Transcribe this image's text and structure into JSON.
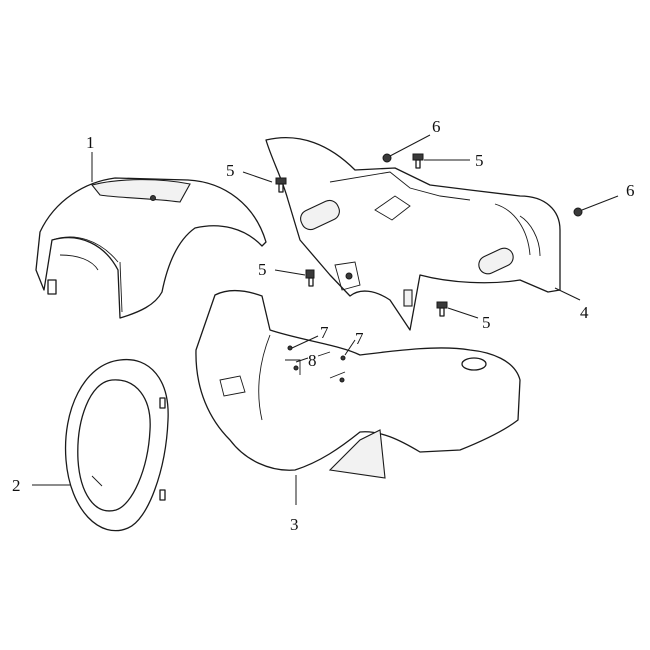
{
  "callouts": [
    {
      "number": "1"
    },
    {
      "number": "2"
    },
    {
      "number": "3"
    },
    {
      "number": "4"
    },
    {
      "number": "5"
    },
    {
      "number": "5"
    },
    {
      "number": "5"
    },
    {
      "number": "5"
    },
    {
      "number": "6"
    },
    {
      "number": "6"
    },
    {
      "number": "7"
    },
    {
      "number": "7"
    },
    {
      "number": "8"
    }
  ],
  "colors": {
    "line": "#1a1a1a",
    "background": "#ffffff"
  }
}
